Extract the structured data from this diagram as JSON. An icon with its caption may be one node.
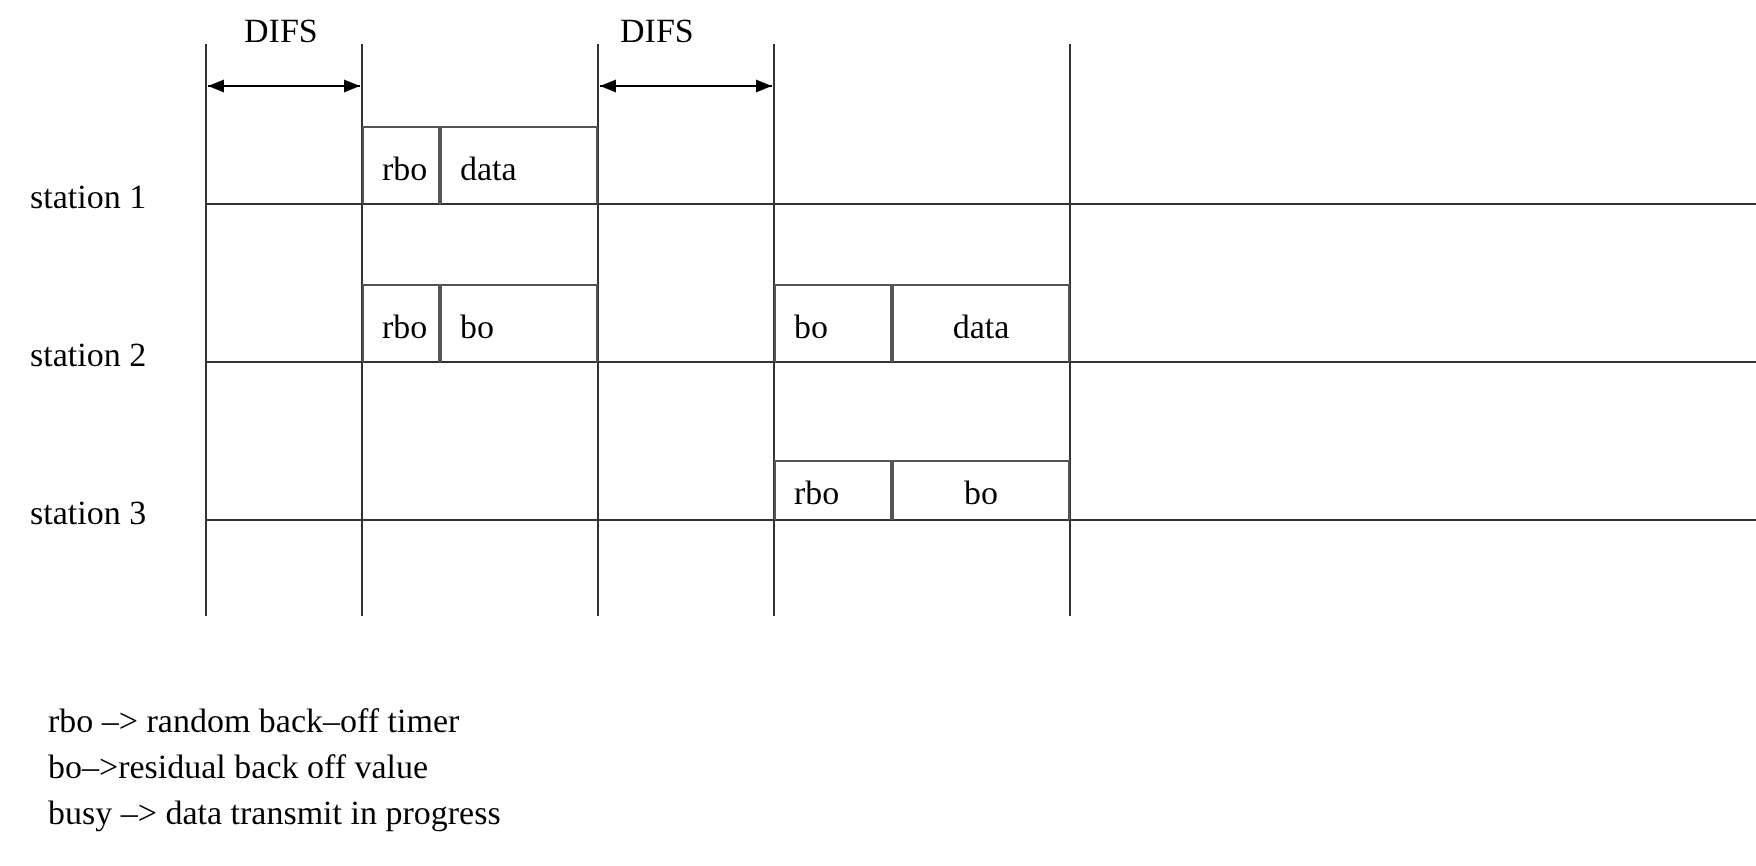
{
  "diagram": {
    "nodes": [
      {
        "text": [
          "rbo"
        ]
      },
      {
        "text": [
          "data"
        ]
      },
      {
        "text": [
          "rbo"
        ]
      },
      {
        "text": [
          "bo"
        ]
      },
      {
        "text": [
          "bo"
        ]
      },
      {
        "text": [
          "data"
        ]
      },
      {
        "text": [
          "rbo"
        ]
      },
      {
        "text": [
          "bo"
        ]
      }
    ],
    "labels": [
      "DIFS",
      "DIFS",
      "station 1",
      "station 2",
      "station 3",
      "rbo –> random back–off timer",
      "bo–>residual back off value",
      "busy –> data transmit in progress"
    ]
  }
}
